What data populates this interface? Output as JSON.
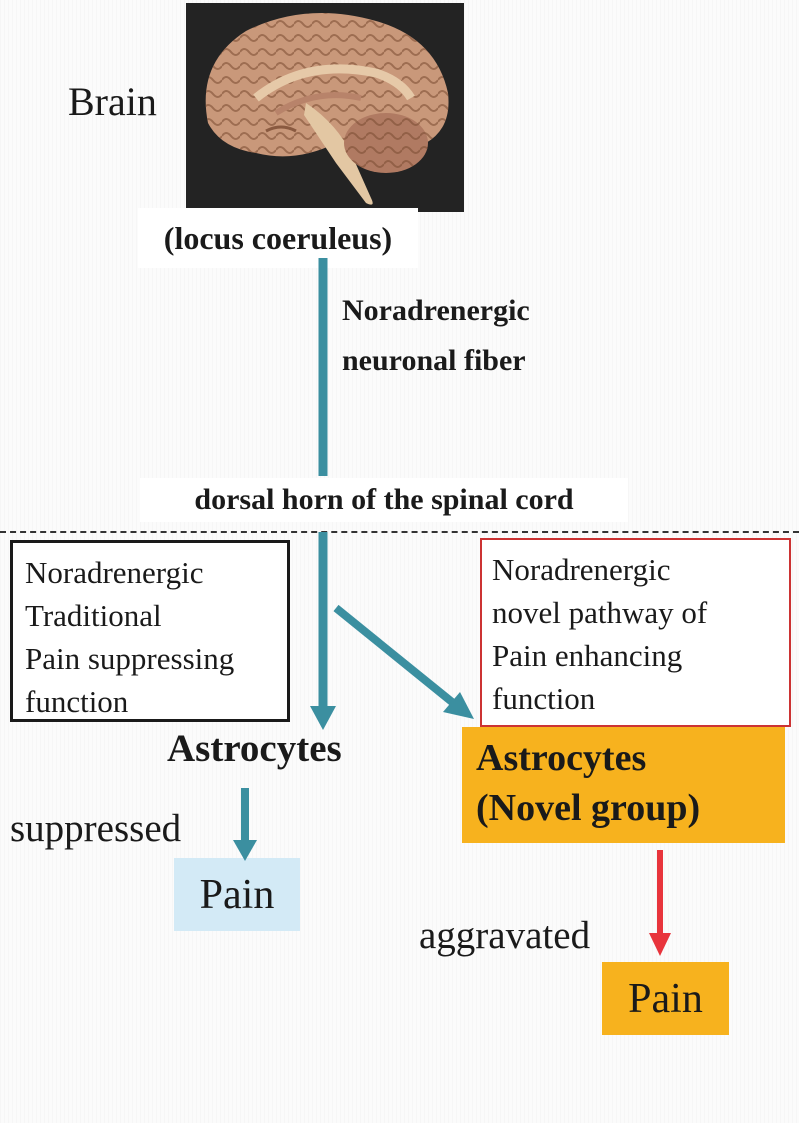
{
  "brain_label": "Brain",
  "locus_label": "(locus coeruleus)",
  "fiber_label_line1": "Noradrenergic",
  "fiber_label_line2": "neuronal fiber",
  "dorsal_label": "dorsal horn of the spinal cord",
  "traditional_box": {
    "line1": "Noradrenergic",
    "line2": "Traditional",
    "line3": "Pain suppressing",
    "line4": "function"
  },
  "novel_box": {
    "line1": "Noradrenergic",
    "line2": "novel pathway of",
    "line3": "Pain enhancing",
    "line4": "function"
  },
  "astrocytes_left": "Astrocytes",
  "astrocytes_novel_line1": "Astrocytes",
  "astrocytes_novel_line2": "(Novel group)",
  "suppressed_label": "suppressed",
  "pain_left": "Pain",
  "aggravated_label": "aggravated",
  "pain_right": "Pain",
  "colors": {
    "teal_arrow": "#3b8fa0",
    "red_arrow": "#e8343c",
    "novel_fill": "#f7b21e",
    "pain_left_fill": "#d3eaf6",
    "novel_box_border": "#cc3333"
  }
}
